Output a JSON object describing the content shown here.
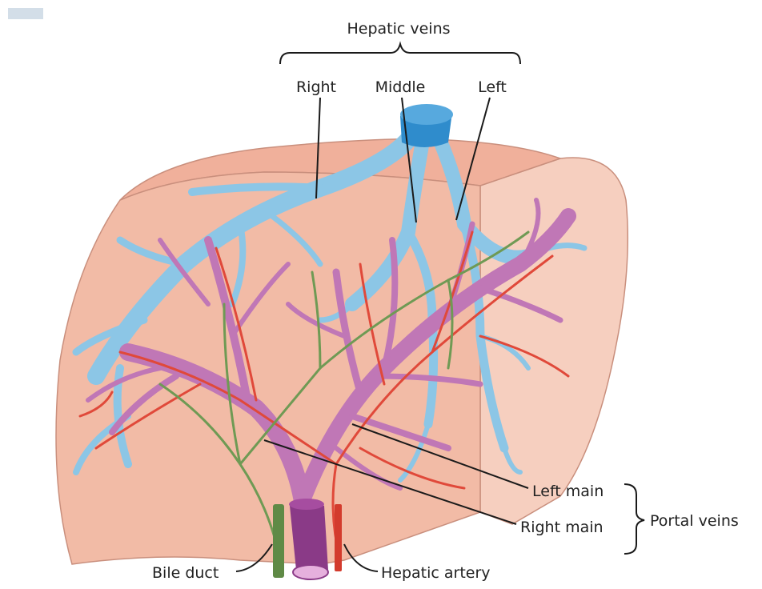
{
  "labels": {
    "hepatic_veins": "Hepatic veins",
    "right": "Right",
    "middle": "Middle",
    "left": "Left",
    "left_main": "Left main",
    "right_main": "Right main",
    "portal_veins": "Portal veins",
    "bile_duct": "Bile duct",
    "hepatic_artery": "Hepatic artery"
  },
  "colors": {
    "liver_surface": "#f2bba6",
    "liver_side": "#f6cfbf",
    "liver_edge": "#c98f7d",
    "hepatic_vein": "#8cc6e6",
    "hepatic_vein_dark": "#2f8ccc",
    "portal_vein": "#c077b6",
    "hepatic_artery": "#e0493a",
    "bile_duct": "#6f9a54",
    "page_tab": "#d3dee8"
  }
}
